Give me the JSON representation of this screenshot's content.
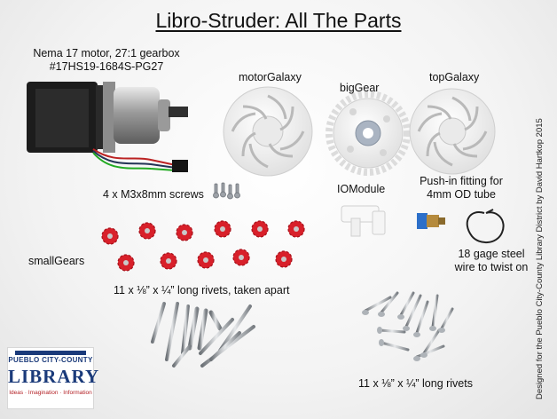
{
  "title": "Libro-Struder: All The Parts",
  "labels": {
    "motor_line1": "Nema 17 motor, 27:1 gearbox",
    "motor_line2": "#17HS19-1684S-PG27",
    "motor_galaxy": "motorGalaxy",
    "big_gear": "bigGear",
    "top_galaxy": "topGalaxy",
    "screws": "4 x M3x8mm screws",
    "io_module": "IOModule",
    "push_in_line1": "Push-in fitting for",
    "push_in_line2": "4mm OD tube",
    "wire_line1": "18 gage steel",
    "wire_line2": "wire to twist on",
    "small_gears": "smallGears",
    "rivets_apart": "11 x ⅛” x ¼” long rivets, taken apart",
    "rivets": "11 x ⅛” x ¼” long rivets"
  },
  "credit": "Designed for the Pueblo City-County Library District by David Hartkop 2015",
  "logo": {
    "line1": "PUEBLO CITY-COUNTY",
    "line2": "LIBRARY",
    "tagline": "Ideas · Imagination · Information"
  },
  "colors": {
    "background": "#f4f4f4",
    "gear_red": "#d8202a",
    "motor_black": "#1c1c1c",
    "plastic_white": "#fafafa",
    "logo_blue": "#1a3a7a"
  }
}
